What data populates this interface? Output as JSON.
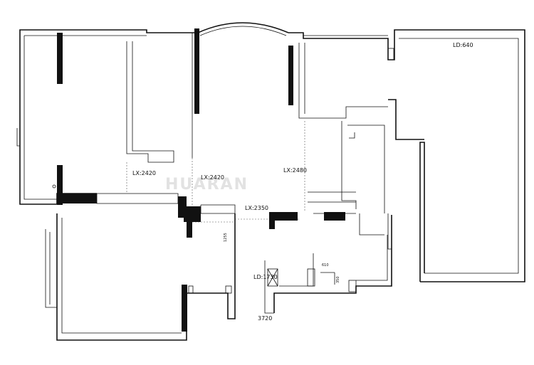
{
  "watermark": "HUARAN",
  "labels": {
    "lx_left": "LX:2420",
    "lx_center": "LX:2420",
    "lx_right": "LX:2480",
    "lx_corridor": "LX:2350",
    "ld_top_right": "LD:640",
    "ld_lower": "LD:1730",
    "dim_1255": "1255",
    "dim_610": "610",
    "dim_350": "350",
    "dim_bottom": "3720"
  }
}
